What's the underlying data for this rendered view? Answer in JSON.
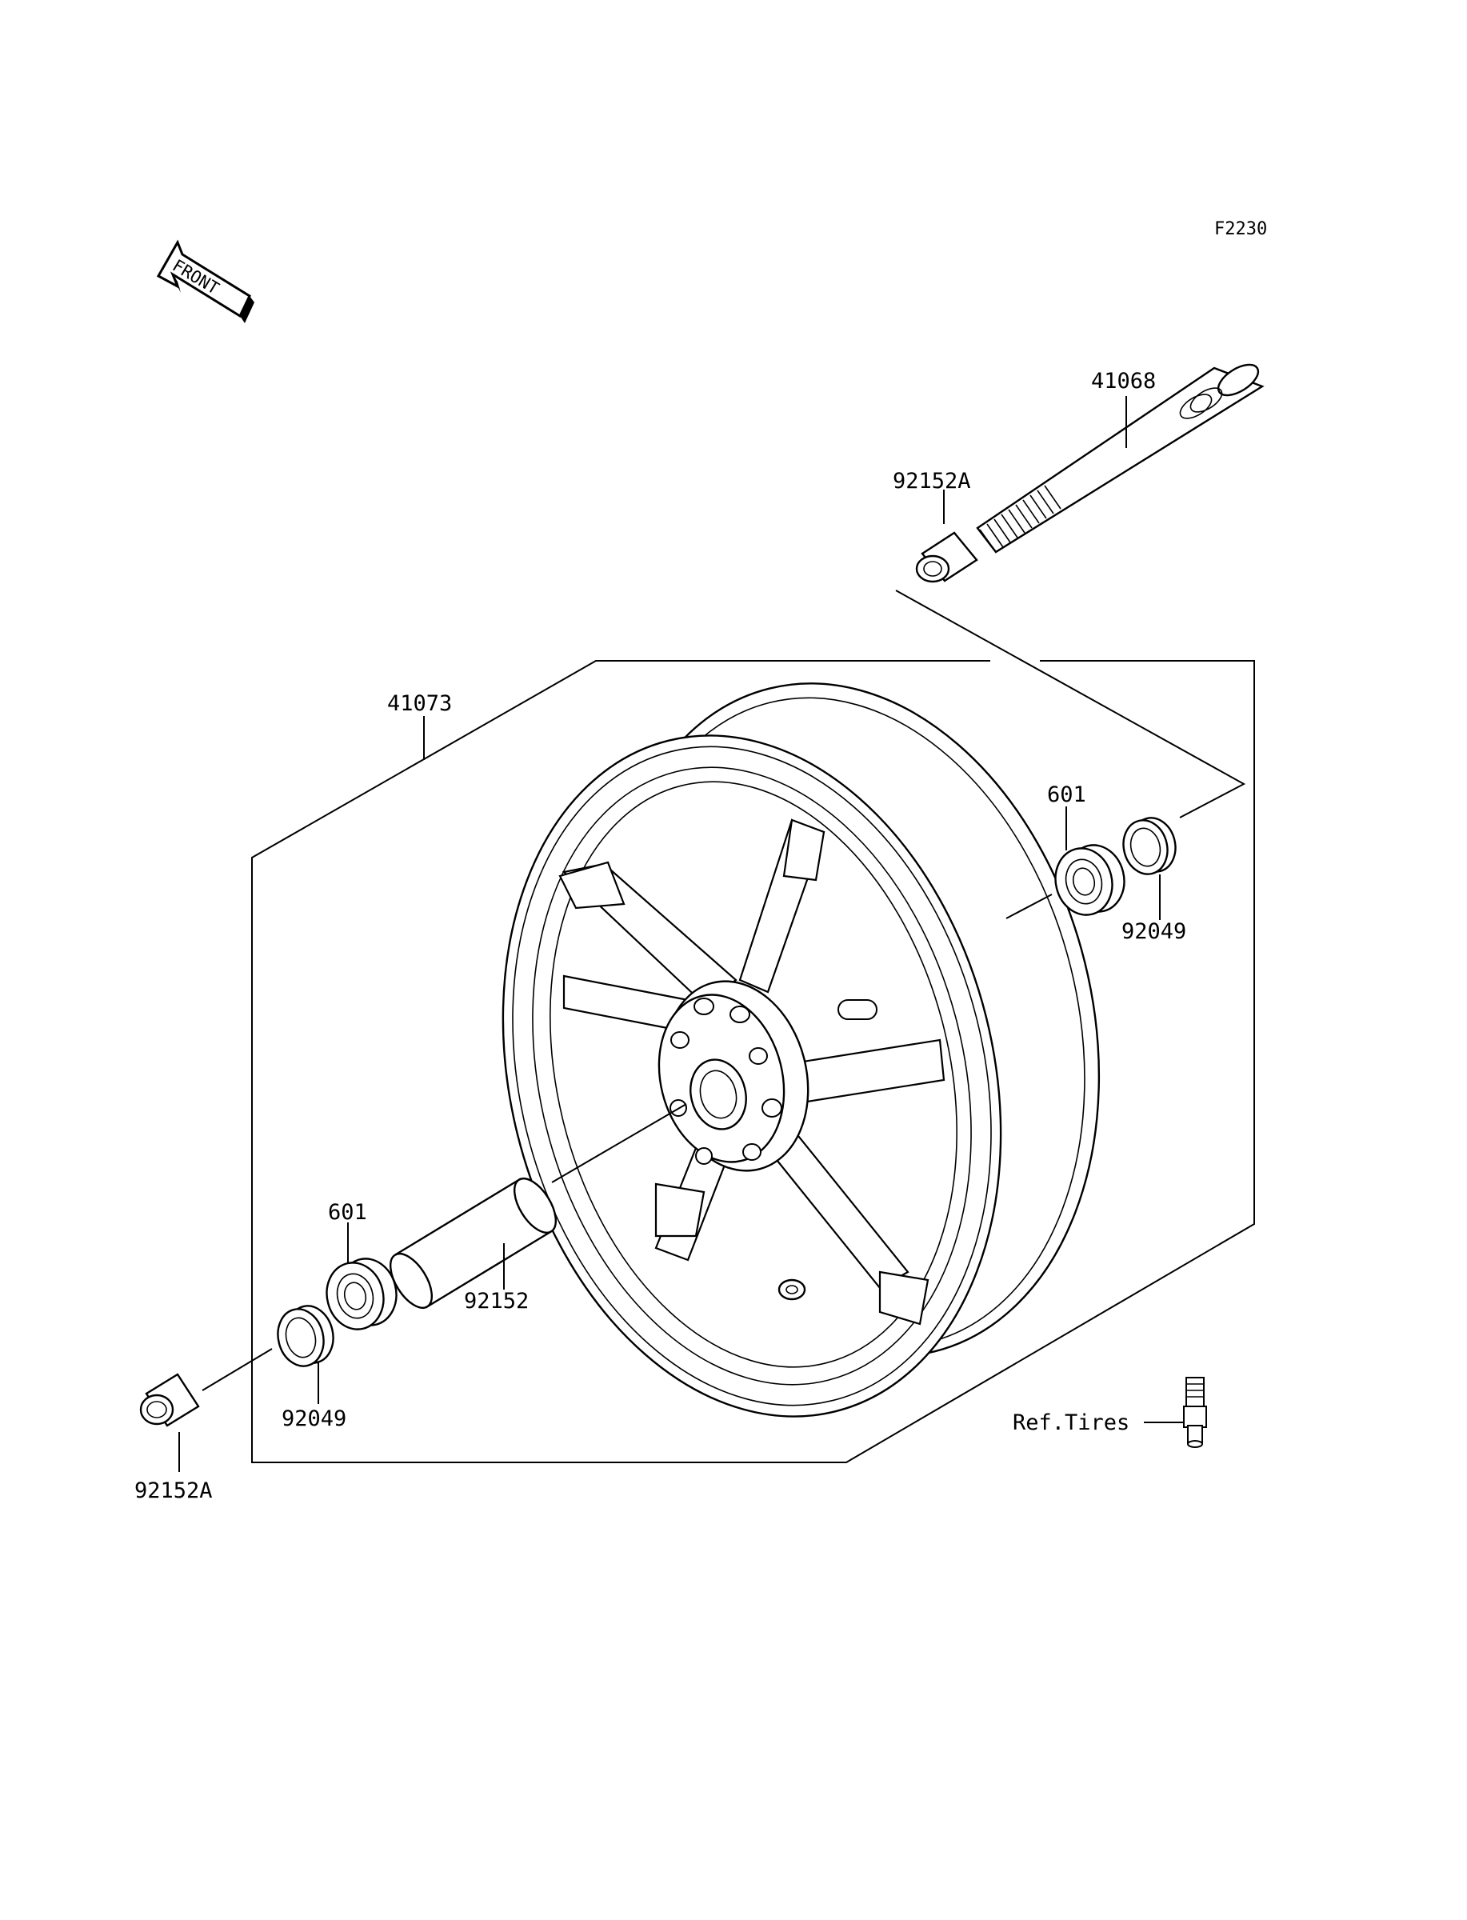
{
  "diagram": {
    "code": "F2230",
    "front_arrow": "FRONT",
    "parts": {
      "p41068": "41068",
      "p92152A_top": "92152A",
      "p41073": "41073",
      "p601_right": "601",
      "p92049_right": "92049",
      "p601_left": "601",
      "p92152": "92152",
      "p92049_left": "92049",
      "p92152A_bottom": "92152A",
      "ref_tires": "Ref.Tires"
    }
  }
}
